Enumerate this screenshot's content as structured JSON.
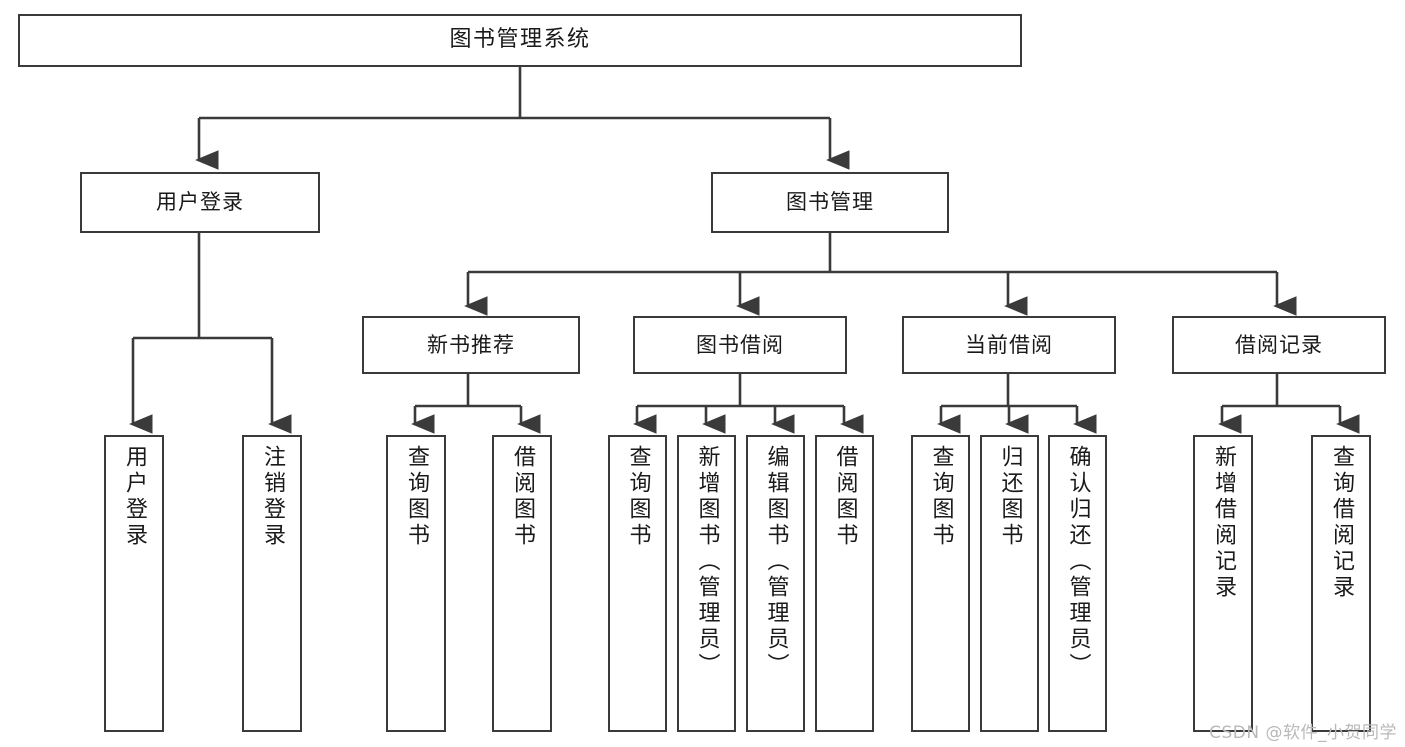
{
  "diagram": {
    "title": "图书管理系统",
    "type": "tree-hierarchy-chart",
    "colors": {
      "stroke": "#3a3a3a",
      "fill": "#ffffff",
      "text": "#1a1a1a",
      "watermark": "#b9b9b9"
    },
    "root": {
      "label": "图书管理系统"
    },
    "level1": [
      {
        "label": "用户登录"
      },
      {
        "label": "图书管理"
      }
    ],
    "level2": [
      {
        "label": "新书推荐"
      },
      {
        "label": "图书借阅"
      },
      {
        "label": "当前借阅"
      },
      {
        "label": "借阅记录"
      }
    ],
    "leaves": {
      "user_login": [
        {
          "label": "用户登录"
        },
        {
          "label": "注销登录"
        }
      ],
      "new_book_recommend": [
        {
          "label": "查询图书"
        },
        {
          "label": "借阅图书"
        }
      ],
      "book_borrow": [
        {
          "label": "查询图书"
        },
        {
          "label": "新增图书（管理员）"
        },
        {
          "label": "编辑图书（管理员）"
        },
        {
          "label": "借阅图书"
        }
      ],
      "current_borrow": [
        {
          "label": "查询图书"
        },
        {
          "label": "归还图书"
        },
        {
          "label": "确认归还（管理员）"
        }
      ],
      "borrow_record": [
        {
          "label": "新增借阅记录"
        },
        {
          "label": "查询借阅记录"
        }
      ]
    },
    "watermark": "CSDN @软件_小贺同学"
  }
}
